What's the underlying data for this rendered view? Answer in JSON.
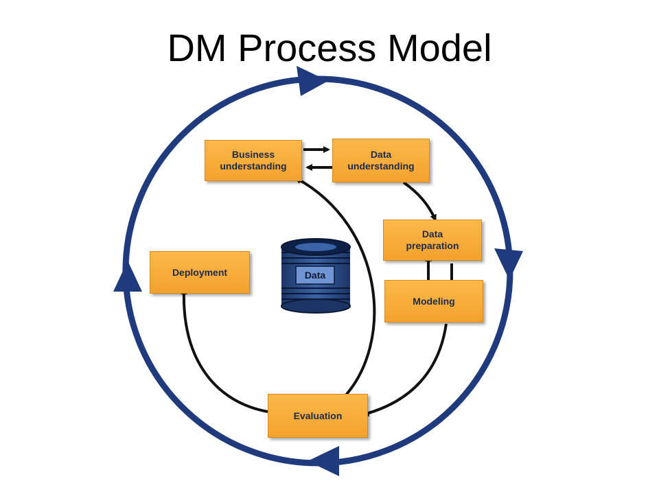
{
  "title": "DM Process Model",
  "colors": {
    "cycle_ring": "#1f3b7d",
    "box_fill": "#f7a833",
    "box_text": "#1a2a4a",
    "arrow": "#111111",
    "database": "#2a4a8a"
  },
  "phases": {
    "business_understanding": "Business understanding",
    "data_understanding": "Data understanding",
    "data_preparation": "Data preparation",
    "modeling": "Modeling",
    "evaluation": "Evaluation",
    "deployment": "Deployment"
  },
  "database_label": "Data"
}
